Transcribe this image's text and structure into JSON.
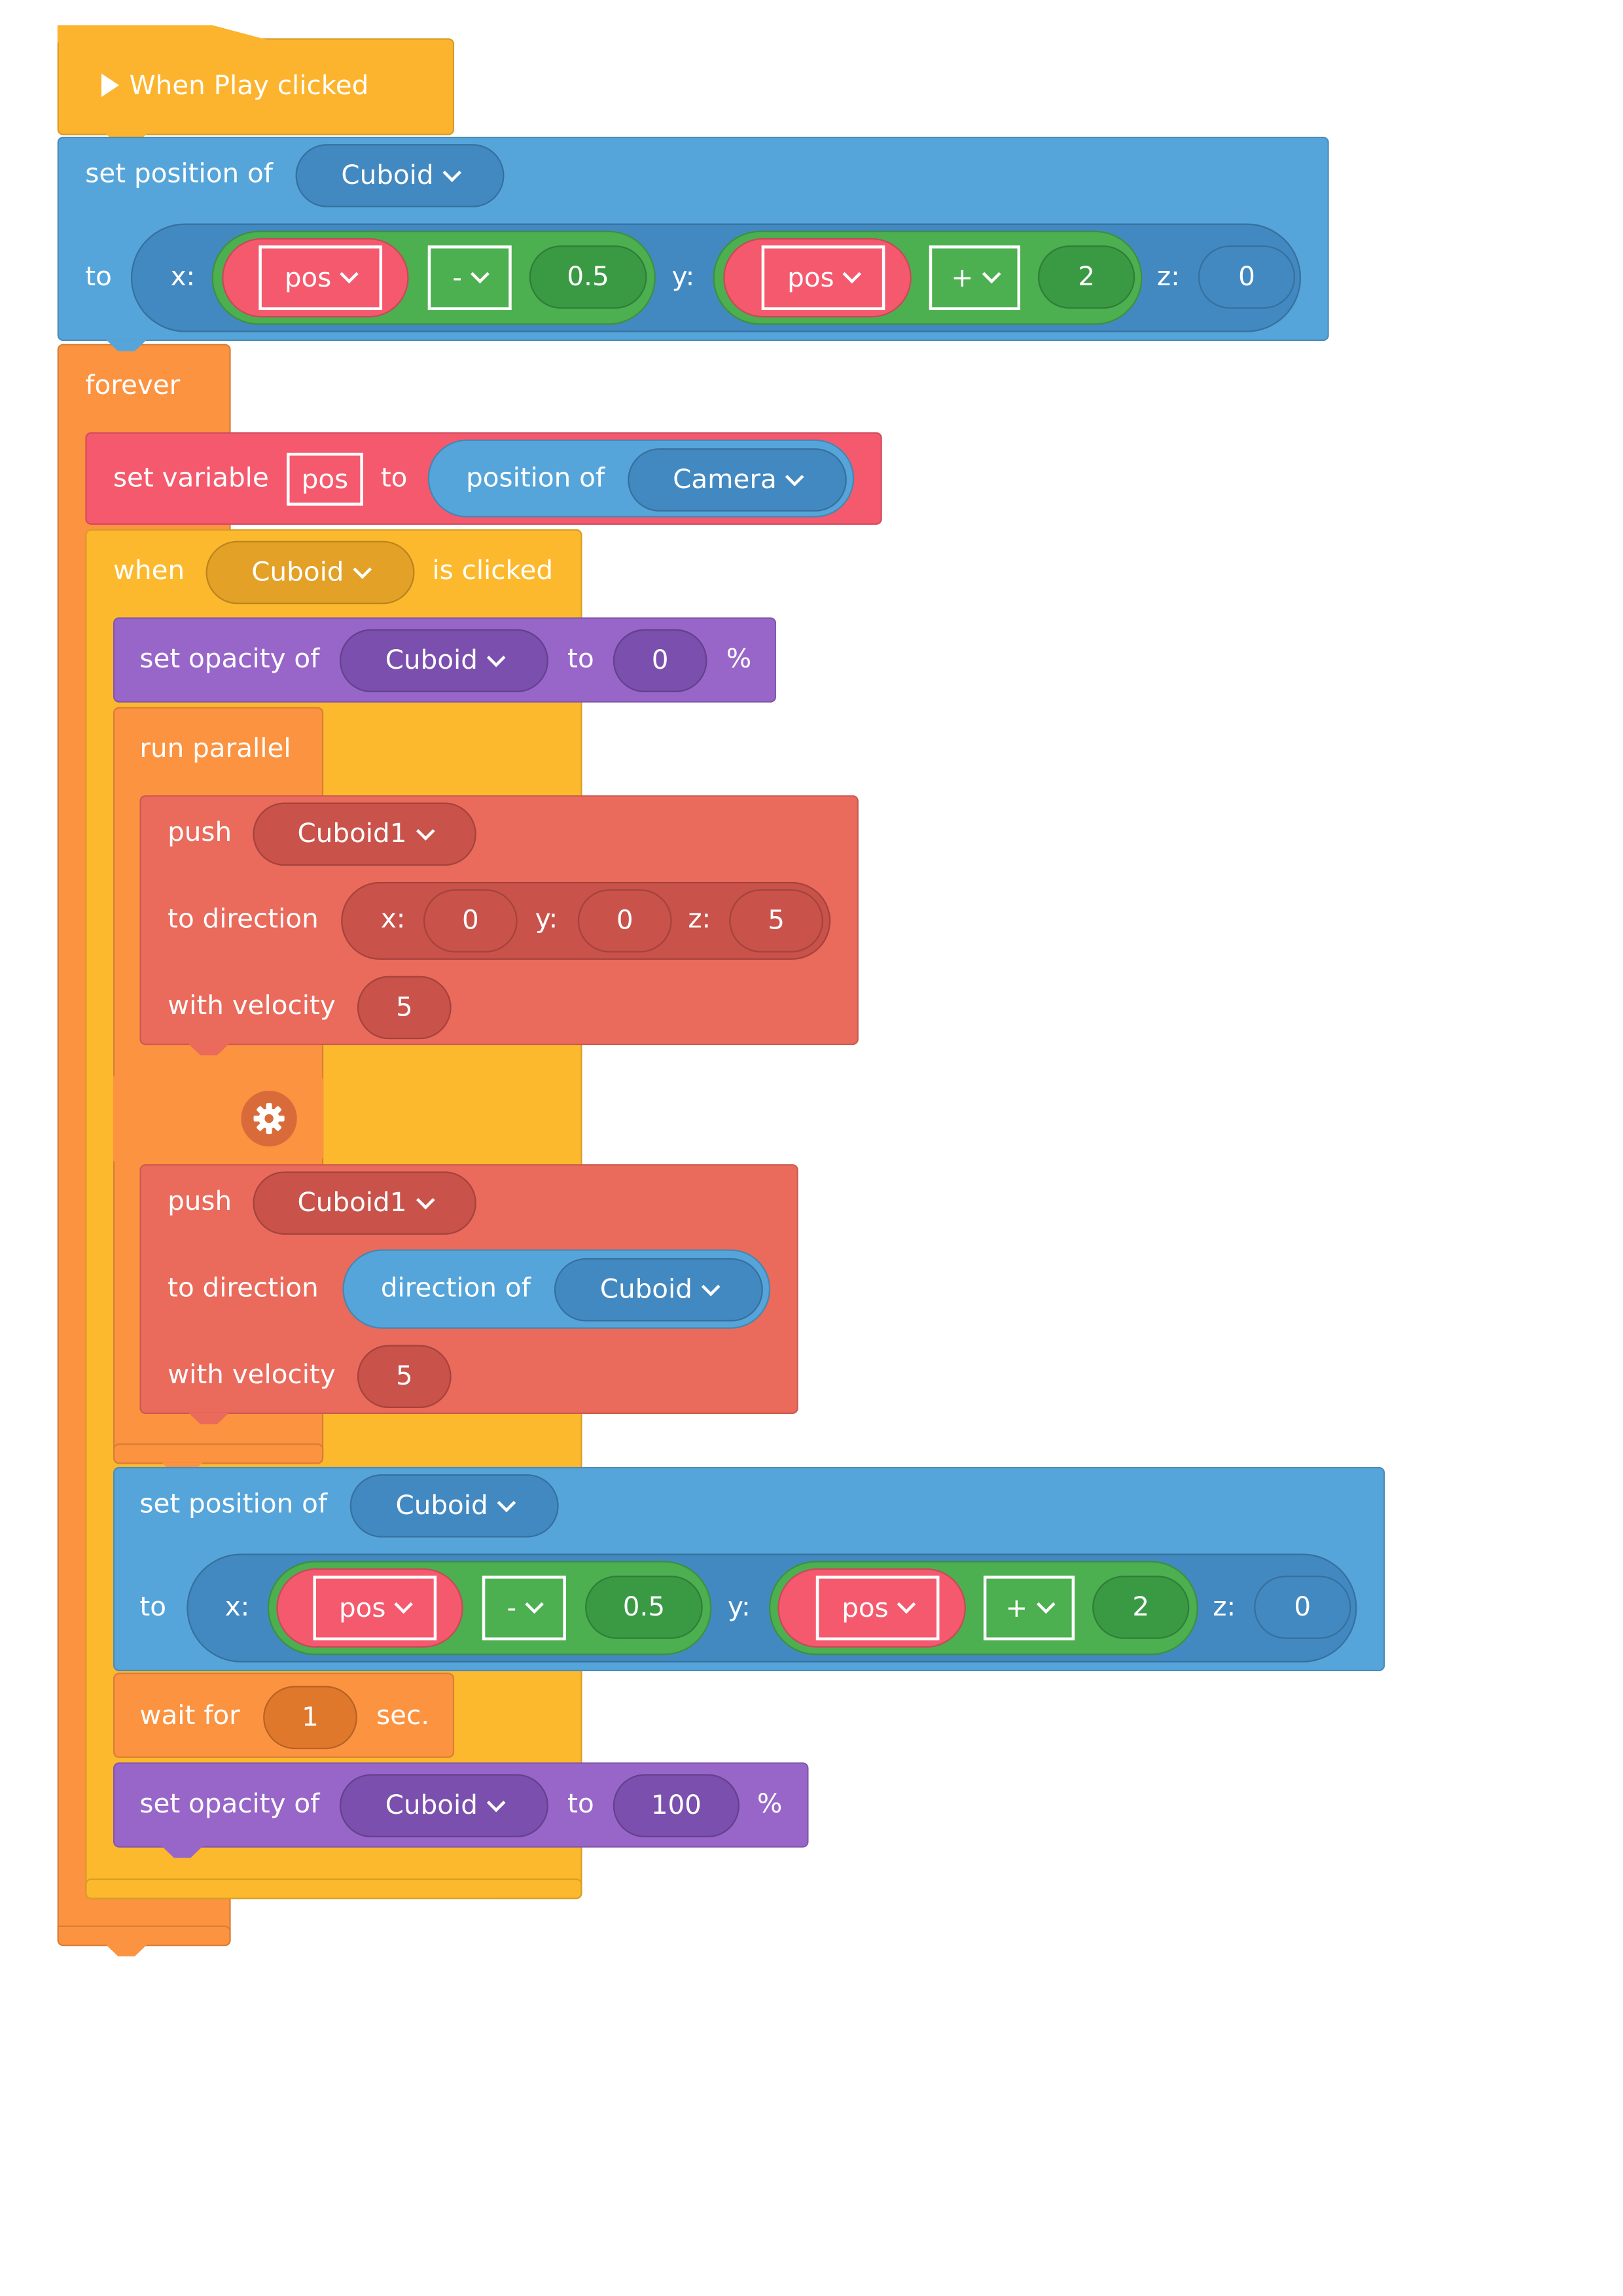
{
  "colors": {
    "event": "#fcb42e",
    "motion": "#55a5da",
    "control": "#fc9340",
    "variable": "#f5596d",
    "sensing": "#fdb92d",
    "looks": "#9866c8",
    "physics": "#ea6a5c",
    "operator": "#4caf50"
  },
  "icons": {
    "play": "play-triangle-icon",
    "gear": "gear-icon",
    "dropdown": "chevron-down-icon"
  },
  "event": {
    "label": "When Play clicked"
  },
  "setpos1": {
    "label": "set position of",
    "object": "Cuboid",
    "to": "to",
    "x_label": "x:",
    "x_var": "pos",
    "x_op": "-",
    "x_val": "0.5",
    "y_label": "y:",
    "y_var": "pos",
    "y_op": "+",
    "y_val": "2",
    "z_label": "z:",
    "z_val": "0"
  },
  "forever": {
    "label": "forever"
  },
  "setvar": {
    "label": "set variable",
    "name": "pos",
    "to": "to",
    "reporter": "position of",
    "object": "Camera"
  },
  "when_clicked": {
    "when": "when",
    "object": "Cuboid",
    "suffix": "is clicked"
  },
  "opacity1": {
    "label": "set opacity of",
    "object": "Cuboid",
    "to": "to",
    "value": "0",
    "unit": "%"
  },
  "parallel": {
    "label": "run parallel"
  },
  "push1": {
    "push": "push",
    "object": "Cuboid1",
    "direction_label": "to direction",
    "x_label": "x:",
    "x": "0",
    "y_label": "y:",
    "y": "0",
    "z_label": "z:",
    "z": "5",
    "velocity_label": "with velocity",
    "velocity": "5"
  },
  "push2": {
    "push": "push",
    "object": "Cuboid1",
    "direction_label": "to direction",
    "reporter": "direction of",
    "reporter_object": "Cuboid",
    "velocity_label": "with velocity",
    "velocity": "5"
  },
  "setpos2": {
    "label": "set position of",
    "object": "Cuboid",
    "to": "to",
    "x_label": "x:",
    "x_var": "pos",
    "x_op": "-",
    "x_val": "0.5",
    "y_label": "y:",
    "y_var": "pos",
    "y_op": "+",
    "y_val": "2",
    "z_label": "z:",
    "z_val": "0"
  },
  "wait": {
    "label": "wait for",
    "value": "1",
    "unit": "sec."
  },
  "opacity2": {
    "label": "set opacity of",
    "object": "Cuboid",
    "to": "to",
    "value": "100",
    "unit": "%"
  }
}
